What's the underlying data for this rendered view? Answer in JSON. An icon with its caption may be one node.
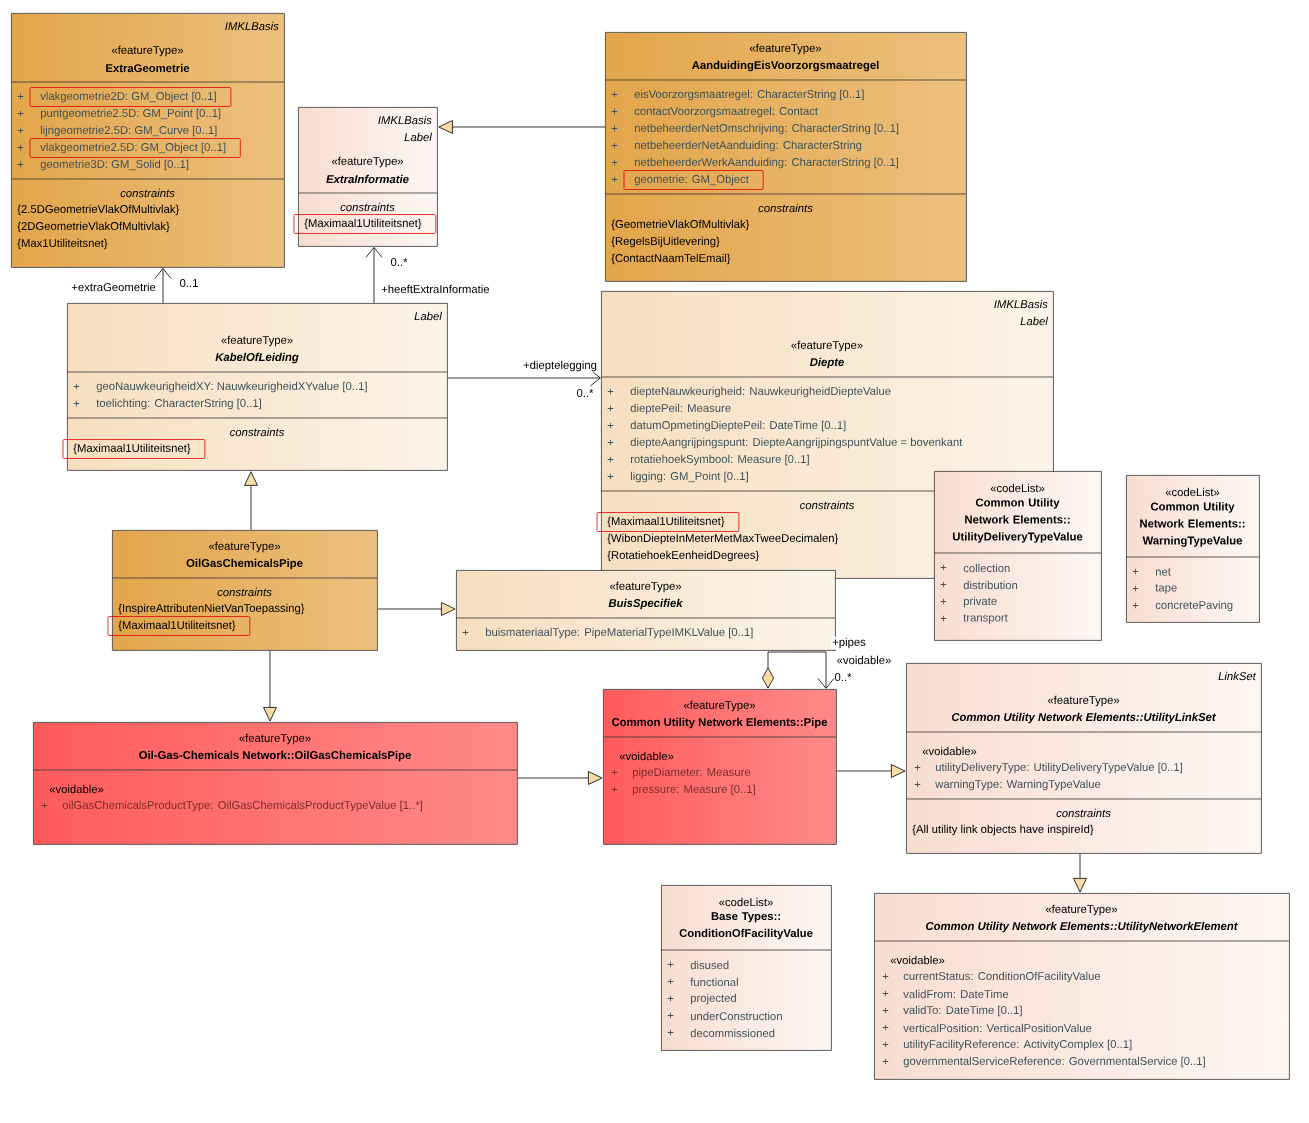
{
  "diagram": {
    "nodes": [
      {
        "text": [
          "IMKLBasis",
          "«featureType»",
          "ExtraGeometrie",
          "+",
          "vlakgeometrie2D: GM_Object [0..1]",
          "+",
          "puntgeometrie2.5D: GM_Point [0..1]",
          "+",
          "lijngeometrie2.5D: GM_Curve [0..1]",
          "+",
          "vlakgeometrie2.5D: GM_Object [0..1]",
          "+",
          "geometrie3D: GM_Solid [0..1]",
          "constraints",
          "{2.5DGeometrieVlakOfMultivlak}",
          "{2DGeometrieVlakOfMultivlak}",
          "{Max1Utiliteitsnet}"
        ]
      },
      {
        "text": [
          "IMKLBasis",
          "Label",
          "«featureType»",
          "ExtraInformatie",
          "constraints",
          "{Maximaal1Utiliteitsnet}"
        ]
      },
      {
        "text": [
          "«featureType»",
          "AanduidingEisVoorzorgsmaatregel",
          "+",
          "eisVoorzorgsmaatregel: CharacterString [0..1]",
          "+",
          "contactVoorzorgsmaatregel: Contact",
          "+",
          "netbeheerderNetOmschrijving: CharacterString [0..1]",
          "+",
          "netbeheerderNetAanduiding: CharacterString",
          "+",
          "netbeheerderWerkAanduiding: CharacterString [0..1]",
          "+",
          "geometrie: GM_Object",
          "constraints",
          "{GeometrieVlakOfMultivlak}",
          "{RegelsBijUitlevering}",
          "{ContactNaamTelEmail}"
        ]
      },
      {
        "text": [
          "Label",
          "«featureType»",
          "KabelOfLeiding",
          "+",
          "geoNauwkeurigheidXY: NauwkeurigheidXYvalue [0..1]",
          "+",
          "toelichting: CharacterString [0..1]",
          "constraints",
          "{Maximaal1Utiliteitsnet}"
        ]
      },
      {
        "text": [
          "IMKLBasis",
          "Label",
          "«featureType»",
          "Diepte",
          "+",
          "diepteNauwkeurigheid: NauwkeurigheidDiepteValue",
          "+",
          "dieptePeil: Measure",
          "+",
          "datumOpmetingDieptePeil: DateTime [0..1]",
          "+",
          "diepteAangrijpingspunt: DiepteAangrijpingspuntValue = bovenkant",
          "+",
          "rotatiehoekSymbool: Measure [0..1]",
          "+",
          "ligging: GM_Point [0..1]",
          "constraints",
          "{Maximaal1Utiliteitsnet}",
          "{WibonDiepteInMeterMetMaxTweeDecimalen}",
          "{RotatiehoekEenheidDegrees}"
        ]
      },
      {
        "text": [
          "«codeList»",
          "Common Utility Network Elements:: UtilityDeliveryTypeValue",
          "+",
          "collection",
          "+",
          "distribution",
          "+",
          "private",
          "+",
          "transport"
        ]
      },
      {
        "text": [
          "«codeList»",
          "Common Utility Network Elements:: WarningTypeValue",
          "+",
          "net",
          "+",
          "tape",
          "+",
          "concretePaving"
        ]
      },
      {
        "text": [
          "«featureType»",
          "OilGasChemicalsPipe",
          "constraints",
          "{InspireAttributenNietVanToepassing}",
          "{Maximaal1Utiliteitsnet}"
        ]
      },
      {
        "text": [
          "«featureType»",
          "BuisSpecifiek",
          "+",
          "buismateriaalType: PipeMaterialTypeIMKLValue [0..1]"
        ]
      },
      {
        "text": [
          "«featureType»",
          "Oil-Gas-Chemicals Network::OilGasChemicalsPipe",
          "«voidable»",
          "+",
          "oilGasChemicalsProductType: OilGasChemicalsProductTypeValue [1..*]"
        ]
      },
      {
        "text": [
          "«featureType»",
          "Common Utility Network Elements::Pipe",
          "«voidable»",
          "+",
          "pipeDiameter: Measure",
          "+",
          "pressure: Measure [0..1]"
        ]
      },
      {
        "text": [
          "LinkSet",
          "«featureType»",
          "Common Utility Network Elements::UtilityLinkSet",
          "«voidable»",
          "+",
          "utilityDeliveryType: UtilityDeliveryTypeValue [0..1]",
          "+",
          "warningType: WarningTypeValue",
          "constraints",
          "{All utility link objects have inspireId}"
        ]
      },
      {
        "text": [
          "«codeList»",
          "Base Types:: ConditionOfFacilityValue",
          "+",
          "disused",
          "+",
          "functional",
          "+",
          "projected",
          "+",
          "underConstruction",
          "+",
          "decommissioned"
        ]
      },
      {
        "text": [
          "«featureType»",
          "Common Utility Network Elements::UtilityNetworkElement",
          "«voidable»",
          "+",
          "currentStatus: ConditionOfFacilityValue",
          "+",
          "validFrom: DateTime",
          "+",
          "validTo: DateTime [0..1]",
          "+",
          "verticalPosition: VerticalPositionValue",
          "+",
          "utilityFacilityReference: ActivityComplex [0..1]",
          "+",
          "governmentalServiceReference: GovernmentalService [0..1]"
        ]
      }
    ],
    "edges": [
      {
        "from": 3,
        "to": 0,
        "arrow": "to",
        "label": "+extraGeometrie"
      },
      {
        "from": 3,
        "to": 1,
        "arrow": "to",
        "label": "+heeftExtraInformatie"
      },
      {
        "from": 2,
        "to": 1,
        "arrow": "to"
      },
      {
        "from": 3,
        "to": 4,
        "arrow": "to",
        "label": "+dieptelegging"
      },
      {
        "from": 7,
        "to": 3,
        "arrow": "to"
      },
      {
        "from": 7,
        "to": 8,
        "arrow": "to"
      },
      {
        "from": 7,
        "to": 9,
        "arrow": "to"
      },
      {
        "from": 9,
        "to": 10,
        "arrow": "to"
      },
      {
        "from": 10,
        "to": 10,
        "arrow": "to",
        "label": "+pipes"
      },
      {
        "from": 10,
        "to": 11,
        "arrow": "to"
      },
      {
        "from": 11,
        "to": 13,
        "arrow": "to"
      }
    ],
    "labels": [
      "0..*",
      "0..1",
      "0..*",
      "«voidable»",
      "0..*"
    ]
  }
}
